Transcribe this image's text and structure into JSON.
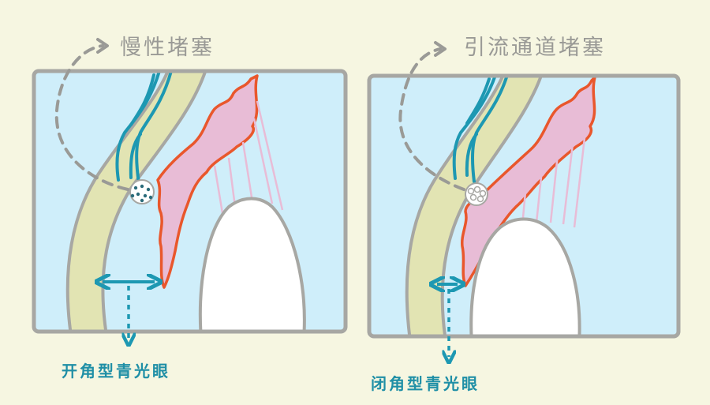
{
  "panels": [
    {
      "title": "慢性堵塞",
      "caption": "开角型青光眼"
    },
    {
      "title": "引流通道堵塞",
      "caption": "闭角型青光眼"
    }
  ],
  "colors": {
    "background": "#f6f6e1",
    "frame": "#a7a7a3",
    "fluid": "#cfeefa",
    "cornea": "#e2e4b3",
    "iris_fill": "#e8bcd6",
    "iris_edge": "#e9572c",
    "canal": "#1d98b2",
    "lens": "#ffffff",
    "lens_edge": "#a7a7a3",
    "caption": "#1f8fa6",
    "title": "#9a9a96"
  },
  "icons": [
    "dashed-curve-arrow-icon",
    "double-headed-arrow-icon",
    "dashed-down-arrow-icon",
    "trabecular-blockage-icon"
  ]
}
